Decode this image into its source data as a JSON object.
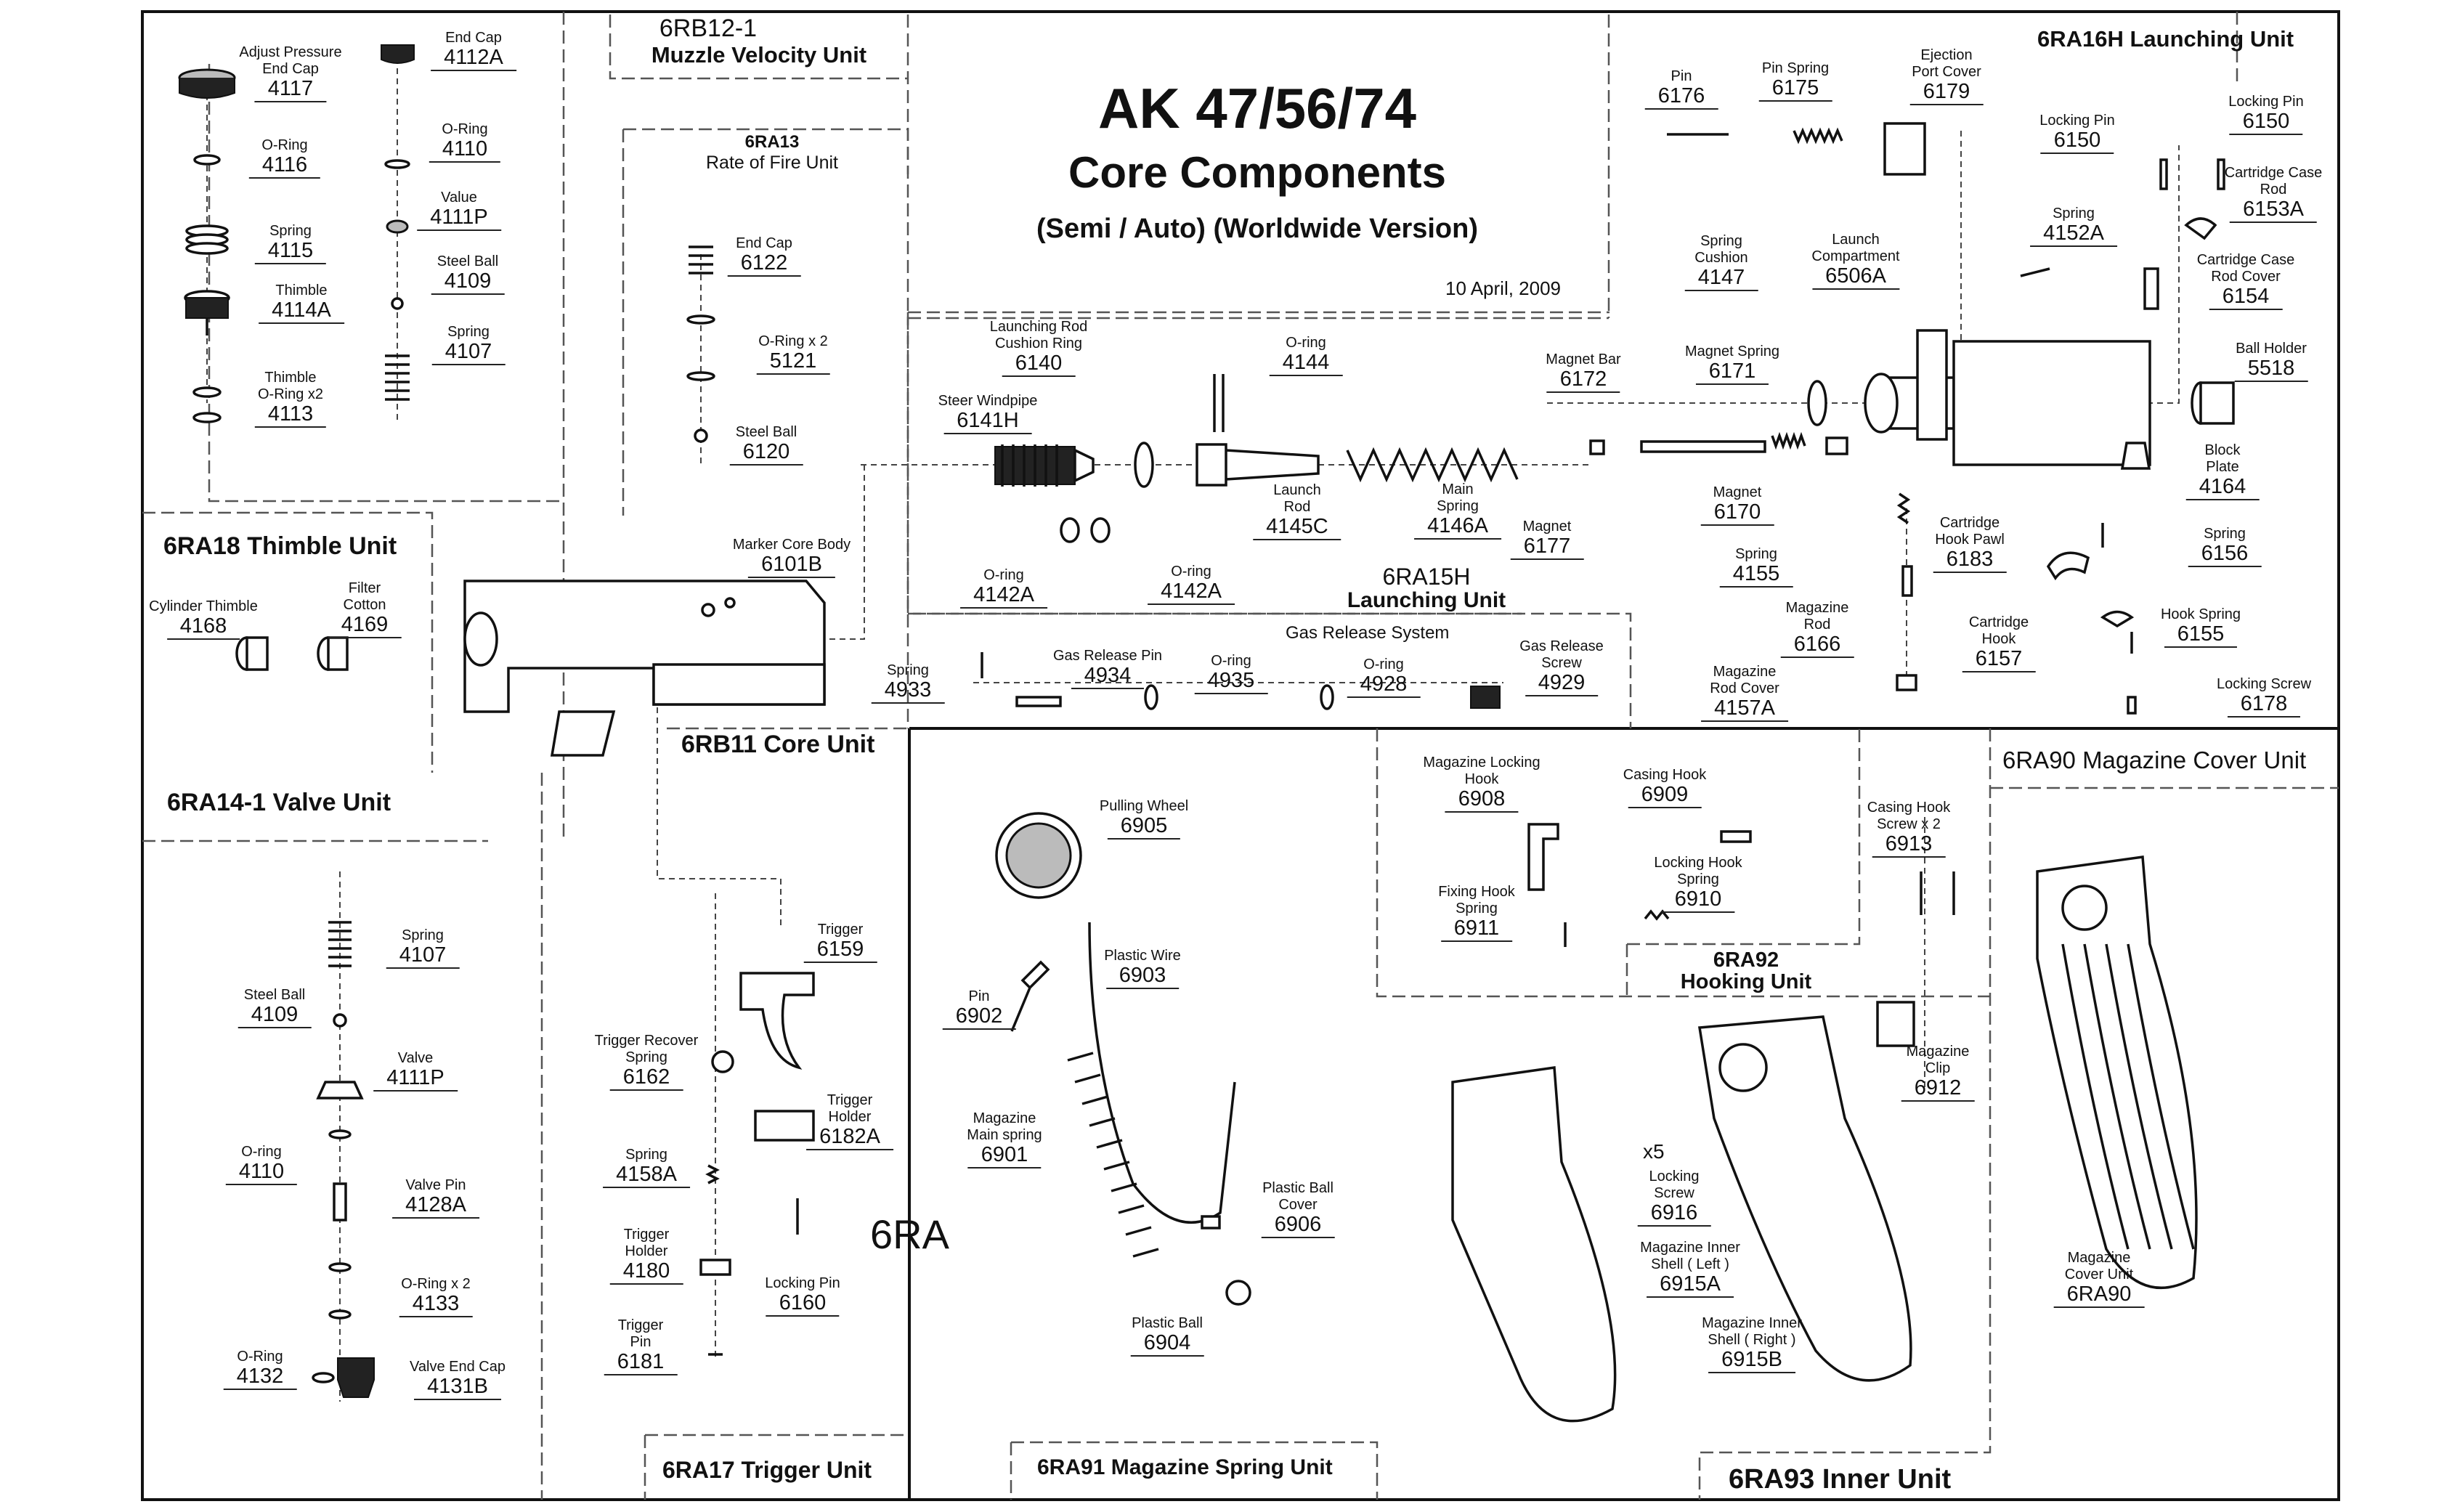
{
  "title": "AK 47/56/74",
  "subtitle": "Core Components",
  "edition": "(Semi / Auto)  (Worldwide Version)",
  "date": "10 April, 2009",
  "center_label": "6RA",
  "gas_release_system": "Gas  Release System",
  "units": {
    "rb12": {
      "code": "6RB12-1",
      "name": "Muzzle Velocity Unit"
    },
    "ra13": {
      "code": "6RA13",
      "name": "Rate of Fire Unit"
    },
    "ra16": "6RA16H Launching Unit",
    "ra18": "6RA18 Thimble Unit",
    "ra14": "6RA14-1 Valve Unit",
    "rb11": "6RB11 Core Unit",
    "ra15": {
      "code": "6RA15H",
      "name": "Launching Unit"
    },
    "ra17": "6RA17 Trigger Unit",
    "ra91": "6RA91 Magazine Spring Unit",
    "ra92": {
      "code": "6RA92",
      "name": "Hooking Unit"
    },
    "ra93": "6RA93 Inner Unit",
    "ra90": "6RA90 Magazine Cover Unit"
  },
  "parts": [
    {
      "id": "p4117",
      "name": "Adjust Pressure",
      "name2": "End Cap",
      "number": "4117"
    },
    {
      "id": "p4112a",
      "name": "End Cap",
      "number": "4112A"
    },
    {
      "id": "p4116",
      "name": "O-Ring",
      "number": "4116"
    },
    {
      "id": "p4110a",
      "name": "O-Ring",
      "number": "4110"
    },
    {
      "id": "p4111pa",
      "name": "Value",
      "number": "4111P"
    },
    {
      "id": "p4115",
      "name": "Spring",
      "number": "4115"
    },
    {
      "id": "p4109a",
      "name": "Steel Ball",
      "number": "4109"
    },
    {
      "id": "p4114a",
      "name": "Thimble",
      "number": "4114A"
    },
    {
      "id": "p4107a",
      "name": "Spring",
      "number": "4107"
    },
    {
      "id": "p4113",
      "name": "Thimble",
      "name2": "O-Ring x2",
      "number": "4113"
    },
    {
      "id": "p6122",
      "name": "End Cap",
      "number": "6122"
    },
    {
      "id": "p5121",
      "name": "O-Ring x 2",
      "number": "5121"
    },
    {
      "id": "p6120",
      "name": "Steel Ball",
      "number": "6120"
    },
    {
      "id": "p4168",
      "name": "Cylinder Thimble",
      "number": "4168"
    },
    {
      "id": "p4169",
      "name": "Filter",
      "name2": "Cotton",
      "number": "4169"
    },
    {
      "id": "p6101b",
      "name": "Marker Core Body",
      "number": "6101B"
    },
    {
      "id": "p6140",
      "name": "Launching Rod",
      "name2": "Cushion Ring",
      "number": "6140"
    },
    {
      "id": "p4144",
      "name": "O-ring",
      "number": "4144"
    },
    {
      "id": "p6141h",
      "name": "Steer Windpipe",
      "number": "6141H"
    },
    {
      "id": "p4145c",
      "name": "Launch",
      "name2": "Rod",
      "number": "4145C"
    },
    {
      "id": "p4146a",
      "name": "Main",
      "name2": "Spring",
      "number": "4146A"
    },
    {
      "id": "p4142a1",
      "name": "O-ring",
      "number": "4142A"
    },
    {
      "id": "p4142a2",
      "name": "O-ring",
      "number": "4142A"
    },
    {
      "id": "p4933",
      "name": "Spring",
      "number": "4933"
    },
    {
      "id": "p4934",
      "name": "Gas Release Pin",
      "number": "4934"
    },
    {
      "id": "p4935",
      "name": "O-ring",
      "number": "4935"
    },
    {
      "id": "p4928",
      "name": "O-ring",
      "number": "4928"
    },
    {
      "id": "p4929",
      "name": "Gas Release",
      "name2": "Screw",
      "number": "4929"
    },
    {
      "id": "p6176",
      "name": "Pin",
      "number": "6176"
    },
    {
      "id": "p6175",
      "name": "Pin Spring",
      "number": "6175"
    },
    {
      "id": "p6179",
      "name": "Ejection",
      "name2": "Port Cover",
      "number": "6179"
    },
    {
      "id": "p6150a",
      "name": "Locking Pin",
      "number": "6150"
    },
    {
      "id": "p6150b",
      "name": "Locking Pin",
      "number": "6150"
    },
    {
      "id": "p6153a",
      "name": "Cartridge Case",
      "name2": "Rod",
      "number": "6153A"
    },
    {
      "id": "p4152a",
      "name": "Spring",
      "number": "4152A"
    },
    {
      "id": "p6154",
      "name": "Cartridge Case",
      "name2": "Rod Cover",
      "number": "6154"
    },
    {
      "id": "p4147",
      "name": "Spring",
      "name2": "Cushion",
      "number": "4147"
    },
    {
      "id": "p6506a",
      "name": "Launch",
      "name2": "Compartment",
      "number": "6506A"
    },
    {
      "id": "p5518",
      "name": "Ball Holder",
      "number": "5518"
    },
    {
      "id": "p6172",
      "name": "Magnet Bar",
      "number": "6172"
    },
    {
      "id": "p6171",
      "name": "Magnet Spring",
      "number": "6171"
    },
    {
      "id": "p4164",
      "name": "Block",
      "name2": "Plate",
      "number": "4164"
    },
    {
      "id": "p6170",
      "name": "Magnet",
      "number": "6170"
    },
    {
      "id": "p6177",
      "name": "Magnet",
      "number": "6177"
    },
    {
      "id": "p6183",
      "name": "Cartridge",
      "name2": "Hook Pawl",
      "number": "6183"
    },
    {
      "id": "p6156",
      "name": "Spring",
      "number": "6156"
    },
    {
      "id": "p4155",
      "name": "Spring",
      "number": "4155"
    },
    {
      "id": "p6166",
      "name": "Magazine",
      "name2": "Rod",
      "number": "6166"
    },
    {
      "id": "p6157",
      "name": "Cartridge",
      "name2": "Hook",
      "number": "6157"
    },
    {
      "id": "p6155",
      "name": "Hook Spring",
      "number": "6155"
    },
    {
      "id": "p4157a",
      "name": "Magazine",
      "name2": "Rod Cover",
      "number": "4157A"
    },
    {
      "id": "p6178",
      "name": "Locking Screw",
      "number": "6178"
    },
    {
      "id": "p4107b",
      "name": "Spring",
      "number": "4107"
    },
    {
      "id": "p4109b",
      "name": "Steel Ball",
      "number": "4109"
    },
    {
      "id": "p4111pb",
      "name": "Valve",
      "number": "4111P"
    },
    {
      "id": "p4110b",
      "name": "O-ring",
      "number": "4110"
    },
    {
      "id": "p4128a",
      "name": "Valve Pin",
      "number": "4128A"
    },
    {
      "id": "p4133",
      "name": "O-Ring x 2",
      "number": "4133"
    },
    {
      "id": "p4132",
      "name": "O-Ring",
      "number": "4132"
    },
    {
      "id": "p4131b",
      "name": "Valve End Cap",
      "number": "4131B"
    },
    {
      "id": "p6159",
      "name": "Trigger",
      "number": "6159"
    },
    {
      "id": "p6162",
      "name": "Trigger Recover",
      "name2": "Spring",
      "number": "6162"
    },
    {
      "id": "p6182a",
      "name": "Trigger",
      "name2": "Holder",
      "number": "6182A"
    },
    {
      "id": "p4158a",
      "name": "Spring",
      "number": "4158A"
    },
    {
      "id": "p4180",
      "name": "Trigger",
      "name2": "Holder",
      "number": "4180"
    },
    {
      "id": "p6160",
      "name": "Locking Pin",
      "number": "6160"
    },
    {
      "id": "p6181",
      "name": "Trigger",
      "name2": "Pin",
      "number": "6181"
    },
    {
      "id": "p6905",
      "name": "Pulling Wheel",
      "number": "6905"
    },
    {
      "id": "p6903",
      "name": "Plastic Wire",
      "number": "6903"
    },
    {
      "id": "p6902",
      "name": "Pin",
      "number": "6902"
    },
    {
      "id": "p6901",
      "name": "Magazine",
      "name2": "Main spring",
      "number": "6901"
    },
    {
      "id": "p6906",
      "name": "Plastic Ball",
      "name2": "Cover",
      "number": "6906"
    },
    {
      "id": "p6904",
      "name": "Plastic Ball",
      "number": "6904"
    },
    {
      "id": "p6908",
      "name": "Magazine Locking",
      "name2": "Hook",
      "number": "6908"
    },
    {
      "id": "p6909",
      "name": "Casing Hook",
      "number": "6909"
    },
    {
      "id": "p6910",
      "name": "Locking Hook",
      "name2": "Spring",
      "number": "6910"
    },
    {
      "id": "p6911",
      "name": "Fixing Hook",
      "name2": "Spring",
      "number": "6911"
    },
    {
      "id": "p6913",
      "name": "Casing Hook",
      "name2": "Screw x 2",
      "number": "6913"
    },
    {
      "id": "p6912",
      "name": "Magazine",
      "name2": "Clip",
      "number": "6912"
    },
    {
      "id": "p6916",
      "name": "Locking",
      "name2": "Screw",
      "number": "6916"
    },
    {
      "id": "p6915a",
      "name": "Magazine Inner",
      "name2": "Shell ( Left )",
      "number": "6915A"
    },
    {
      "id": "p6915b",
      "name": "Magazine Inner",
      "name2": "Shell ( Right )",
      "number": "6915B"
    },
    {
      "id": "p6ra90",
      "name": "Magazine",
      "name2": "Cover Unit",
      "number": "6RA90"
    }
  ],
  "screw_qty": "x5"
}
